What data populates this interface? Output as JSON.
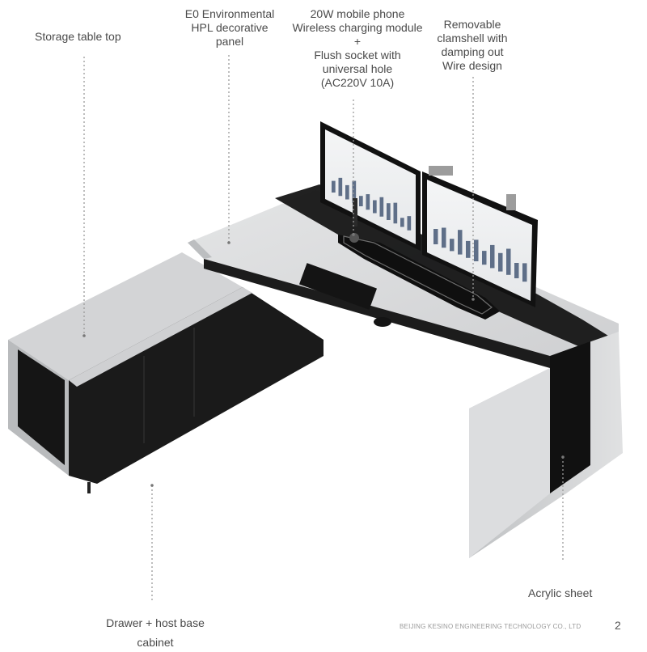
{
  "callouts": {
    "storage_table_top": "Storage table top",
    "hpl_panel": [
      "E0 Environmental",
      "HPL decorative",
      "panel"
    ],
    "charging_socket": [
      "20W mobile phone",
      "Wireless charging module",
      "+",
      "Flush socket with",
      "universal hole",
      "(AC220V 10A)"
    ],
    "clamshell": [
      "Removable",
      "clamshell with",
      "damping out",
      "Wire design"
    ],
    "acrylic_sheet": "Acrylic sheet",
    "drawer_cabinet": [
      "Drawer + host base",
      "cabinet"
    ]
  },
  "footer": {
    "company": "BEIJING KESINO ENGINEERING TECHNOLOGY CO., LTD",
    "page_number": "2"
  },
  "monitor_left_chart": {
    "bars": [
      0.45,
      0.7,
      0.55,
      0.85,
      0.4,
      0.6,
      0.5,
      0.75,
      0.65,
      0.8,
      0.35,
      0.55
    ]
  },
  "monitor_right_chart": {
    "bars": [
      0.5,
      0.65,
      0.4,
      0.8,
      0.55,
      0.7,
      0.45,
      0.75,
      0.6,
      0.85,
      0.5,
      0.6
    ]
  },
  "colors": {
    "desk_white": "#d9dadb",
    "desk_black": "#141414",
    "leader_line": "#9a9a9a"
  }
}
